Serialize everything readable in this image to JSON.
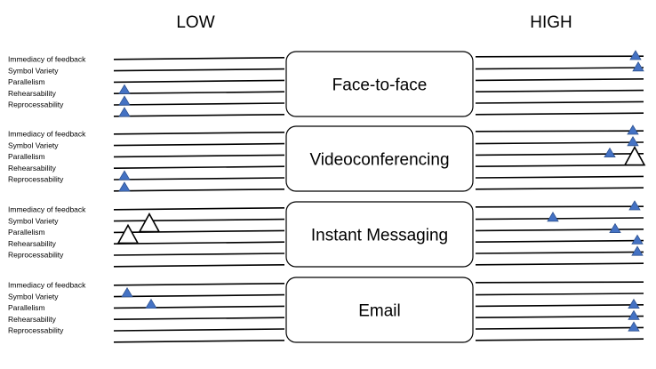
{
  "axis": {
    "low": "LOW",
    "high": "HIGH"
  },
  "dimensions": [
    "Immediacy of feedback",
    "Symbol Variety",
    "Parallelism",
    "Rehearsability",
    "Reprocessability"
  ],
  "colors": {
    "marker_fill": "#4472C4",
    "marker_stroke": "#2F528F",
    "line": "#000000"
  },
  "media": [
    {
      "name": "Face-to-face",
      "left_markers": [
        {
          "dimension": "Parallelism",
          "size": "small"
        },
        {
          "dimension": "Rehearsability",
          "size": "small"
        },
        {
          "dimension": "Reprocessability",
          "size": "small"
        }
      ],
      "right_markers": [
        {
          "dimension": "Immediacy of feedback",
          "size": "small"
        },
        {
          "dimension": "Symbol Variety",
          "size": "small"
        }
      ]
    },
    {
      "name": "Videoconferencing",
      "left_markers": [
        {
          "dimension": "Rehearsability",
          "size": "small"
        },
        {
          "dimension": "Reprocessability",
          "size": "small"
        }
      ],
      "right_markers": [
        {
          "dimension": "Immediacy of feedback",
          "size": "small"
        },
        {
          "dimension": "Symbol Variety",
          "size": "small"
        },
        {
          "dimension": "Parallelism",
          "size": "small"
        },
        {
          "dimension": "Parallelism",
          "size": "large-outline"
        }
      ]
    },
    {
      "name": "Instant Messaging",
      "left_markers": [
        {
          "dimension": "Symbol Variety",
          "size": "large-outline"
        },
        {
          "dimension": "Parallelism",
          "size": "large-outline"
        }
      ],
      "right_markers": [
        {
          "dimension": "Immediacy of feedback",
          "size": "small"
        },
        {
          "dimension": "Symbol Variety",
          "size": "small"
        },
        {
          "dimension": "Parallelism",
          "size": "small"
        },
        {
          "dimension": "Rehearsability",
          "size": "small"
        },
        {
          "dimension": "Reprocessability",
          "size": "small"
        }
      ]
    },
    {
      "name": "Email",
      "left_markers": [
        {
          "dimension": "Immediacy of feedback",
          "size": "small"
        },
        {
          "dimension": "Symbol Variety",
          "size": "small"
        }
      ],
      "right_markers": [
        {
          "dimension": "Parallelism",
          "size": "small"
        },
        {
          "dimension": "Rehearsability",
          "size": "small"
        },
        {
          "dimension": "Reprocessability",
          "size": "small"
        }
      ]
    }
  ]
}
